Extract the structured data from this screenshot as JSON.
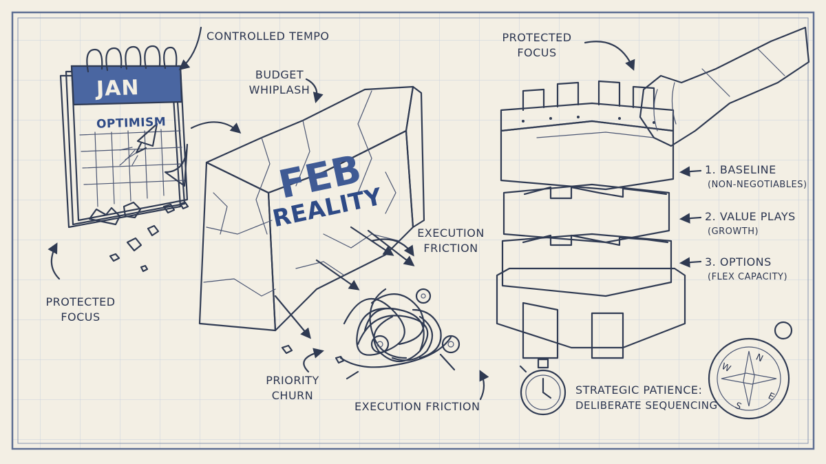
{
  "calendar": {
    "month": "JAN",
    "caption": "OPTIMISM"
  },
  "wall": {
    "line1": "FEB",
    "line2": "REALITY"
  },
  "labels": {
    "controlled_tempo": "CONTROLLED TEMPO",
    "budget_whiplash_1": "BUDGET",
    "budget_whiplash_2": "WHIPLASH",
    "protected_focus_top_1": "PROTECTED",
    "protected_focus_top_2": "FOCUS",
    "protected_focus_left_1": "PROTECTED",
    "protected_focus_left_2": "FOCUS",
    "execution_friction_top_1": "EXECUTION",
    "execution_friction_top_2": "FRICTION",
    "execution_friction_bottom": "EXECUTION FRICTION",
    "priority_churn_1": "PRIORITY",
    "priority_churn_2": "CHURN"
  },
  "tower_layers": [
    {
      "title": "1. BASELINE",
      "sub": "(NON-NEGOTIABLES)"
    },
    {
      "title": "2. VALUE PLAYS",
      "sub": "(GROWTH)"
    },
    {
      "title": "3. OPTIONS",
      "sub": "(FLEX CAPACITY)"
    }
  ],
  "strategy": {
    "line1": "STRATEGIC PATIENCE:",
    "line2": "DELIBERATE SEQUENCING"
  },
  "compass_letters": [
    "N",
    "E",
    "S",
    "W"
  ],
  "colors": {
    "paper": "#f3efe4",
    "ink": "#2f3a52",
    "blue_accent": "#3f5a94",
    "grid": "#c9d1de"
  }
}
